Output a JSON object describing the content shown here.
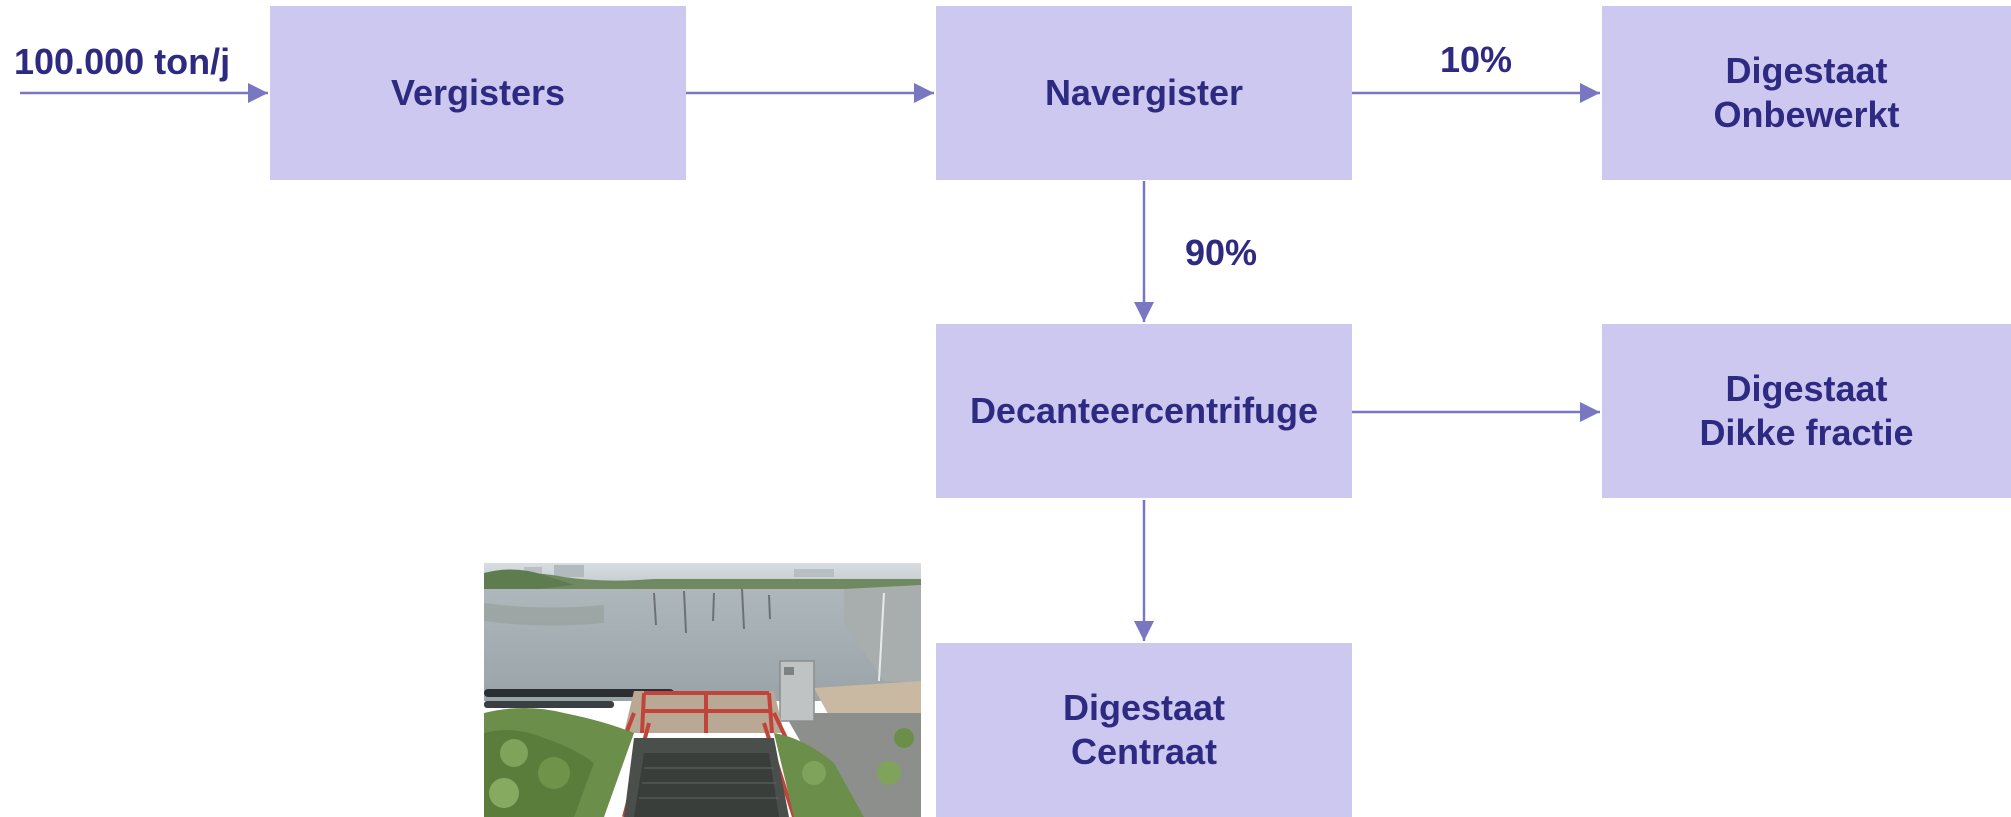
{
  "input_label": "100.000 ton/j",
  "nodes": {
    "vergisters": {
      "lines": [
        "Vergisters"
      ]
    },
    "navergister": {
      "lines": [
        "Navergister"
      ]
    },
    "digestaat_onbewerkt": {
      "lines": [
        "Digestaat",
        "Onbewerkt"
      ]
    },
    "decanteercentrifuge": {
      "lines": [
        "Decanteercentrifuge"
      ]
    },
    "digestaat_dikke": {
      "lines": [
        "Digestaat",
        "Dikke fractie"
      ]
    },
    "digestaat_centraat": {
      "lines": [
        "Digestaat",
        "Centraat"
      ]
    }
  },
  "edge_labels": {
    "to_onbewerkt": "10%",
    "to_centrifuge": "90%"
  },
  "colors": {
    "box_fill": "#cdc8f0",
    "text": "#2e2a82",
    "arrow": "#7a77c2"
  }
}
